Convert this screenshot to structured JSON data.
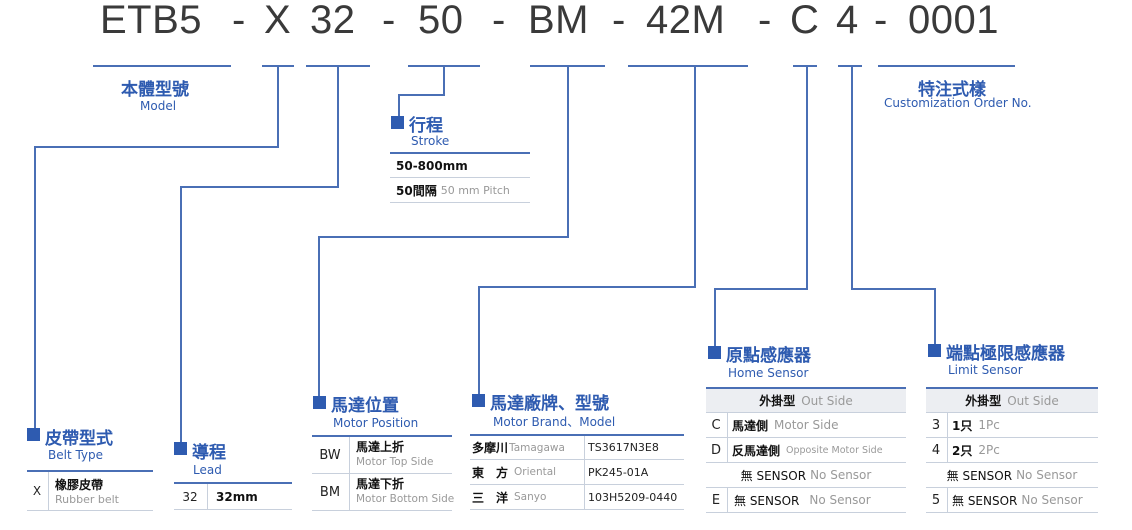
{
  "code": {
    "segments": [
      "ETB5",
      "X",
      "32",
      "50",
      "BM",
      "42M",
      "C",
      "4",
      "0001"
    ],
    "dash": "-"
  },
  "model": {
    "zh": "本體型號",
    "en": "Model"
  },
  "customization": {
    "zh": "特注式樣",
    "en": "Customization Order No."
  },
  "stroke": {
    "zh": "行程",
    "en": "Stroke",
    "rows": [
      {
        "value": "50-800mm"
      },
      {
        "value": "50間隔",
        "note": "50 mm Pitch"
      }
    ]
  },
  "belt_type": {
    "zh": "皮帶型式",
    "en": "Belt Type",
    "rows": [
      {
        "code": "X",
        "zh": "橡膠皮帶",
        "en": "Rubber belt"
      }
    ]
  },
  "lead": {
    "zh": "導程",
    "en": "Lead",
    "rows": [
      {
        "code": "32",
        "value": "32mm"
      }
    ]
  },
  "motor_position": {
    "zh": "馬達位置",
    "en": "Motor Position",
    "rows": [
      {
        "code": "BW",
        "zh": "馬達上折",
        "en": "Motor Top Side"
      },
      {
        "code": "BM",
        "zh": "馬達下折",
        "en": "Motor Bottom Side"
      }
    ]
  },
  "motor_brand": {
    "zh": "馬達廠牌、型號",
    "en": "Motor Brand、Model",
    "rows": [
      {
        "zh": "多摩川",
        "en": "Tamagawa",
        "model": "TS3617N3E8"
      },
      {
        "zh": "東　方",
        "en": "Oriental",
        "model": "PK245-01A"
      },
      {
        "zh": "三　洋",
        "en": "Sanyo",
        "model": "103H5209-0440"
      }
    ]
  },
  "home_sensor": {
    "zh": "原點感應器",
    "en": "Home Sensor",
    "header": {
      "zh": "外掛型",
      "en": "Out Side"
    },
    "rows": [
      {
        "code": "C",
        "zh": "馬達側",
        "en": "Motor Side"
      },
      {
        "code": "D",
        "zh": "反馬達側",
        "en": "Opposite Motor Side"
      },
      {
        "code": "",
        "zh": "無 SENSOR",
        "en": "No Sensor"
      },
      {
        "code": "E",
        "zh": "無 SENSOR",
        "en": "No Sensor"
      }
    ]
  },
  "limit_sensor": {
    "zh": "端點極限感應器",
    "en": "Limit Sensor",
    "header": {
      "zh": "外掛型",
      "en": "Out Side"
    },
    "rows": [
      {
        "code": "3",
        "zh": "1只",
        "en": "1Pc"
      },
      {
        "code": "4",
        "zh": "2只",
        "en": "2Pc"
      },
      {
        "code": "",
        "zh": "無 SENSOR",
        "en": "No Sensor"
      },
      {
        "code": "5",
        "zh": "無 SENSOR",
        "en": "No Sensor"
      }
    ]
  }
}
